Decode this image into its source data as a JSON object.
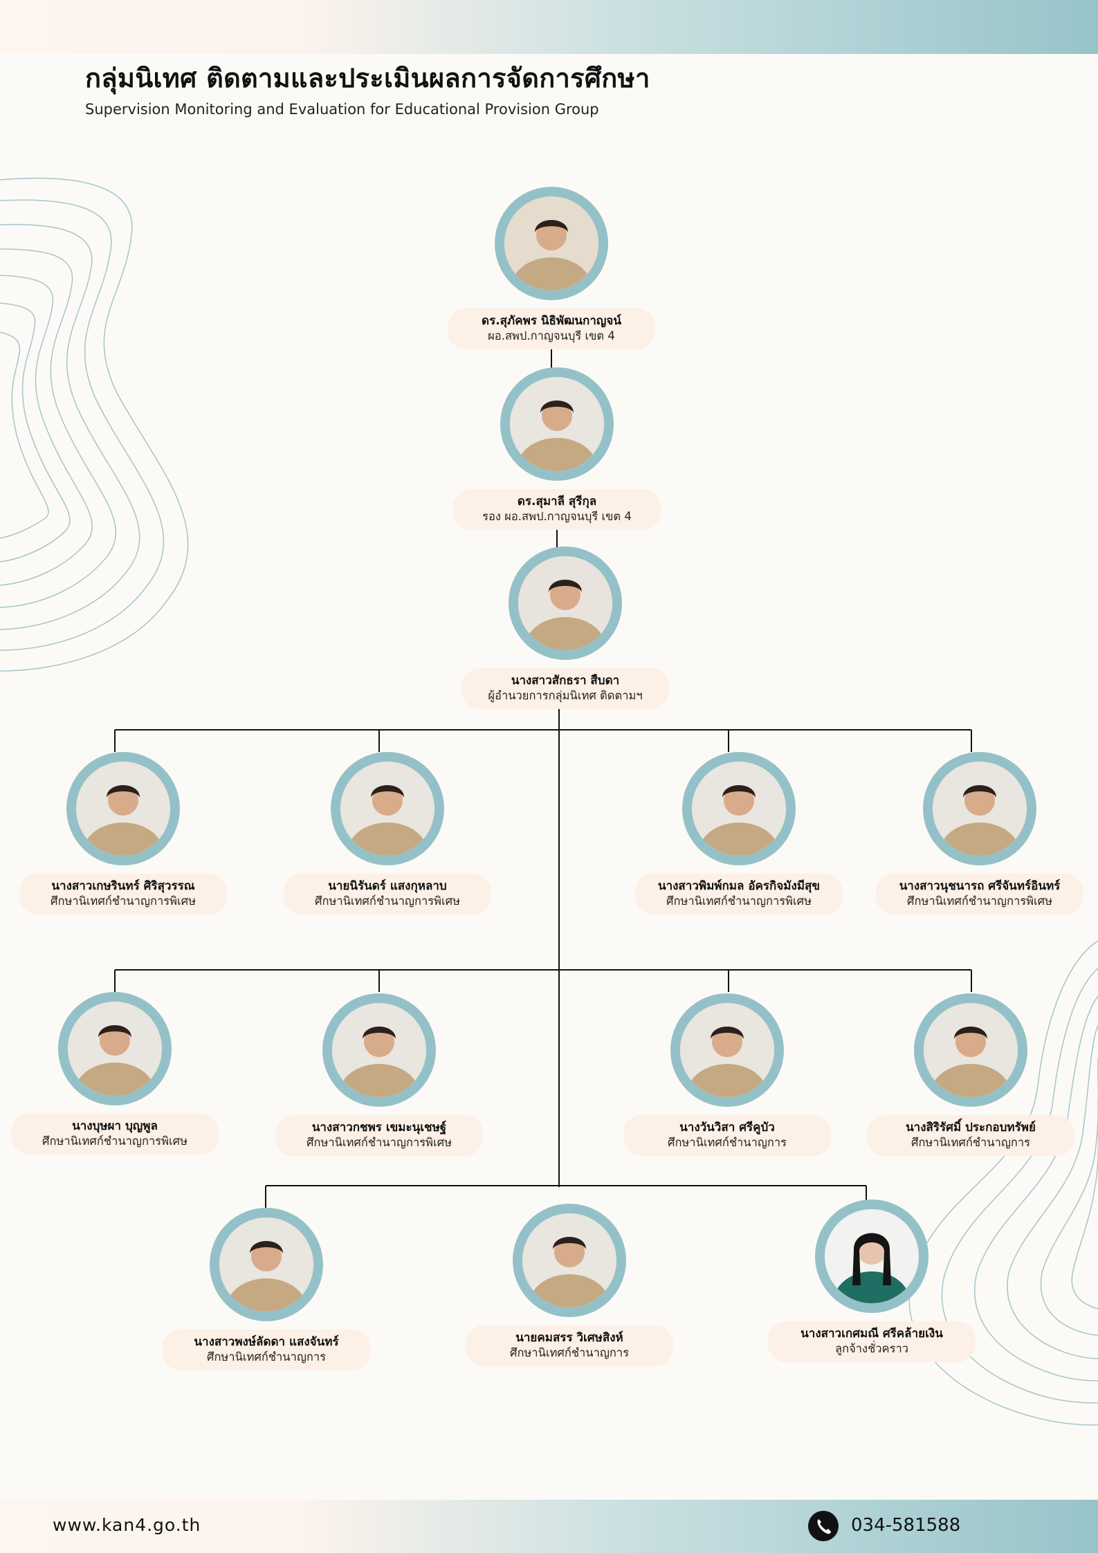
{
  "header": {
    "title": "กลุ่มนิเทศ ติดตามและประเมินผลการจัดการศึกษา",
    "subtitle": "Supervision Monitoring and Evaluation for Educational Provision Group"
  },
  "members": [
    {
      "name": "ดร.สุภัคพร นิธิพัฒนกาญจน์",
      "position": "ผอ.สพป.กาญจนบุรี เขต 4"
    },
    {
      "name": "ดร.สุมาลี สุรีกุล",
      "position": "รอง ผอ.สพป.กาญจนบุรี เขต 4"
    },
    {
      "name": "นางสาวสักธรา สืบดา",
      "position": "ผู้อำนวยการกลุ่มนิเทศ ติดตามฯ"
    },
    {
      "name": "นางสาวเกษรินทร์ ศิริสุวรรณ",
      "position": "ศึกษานิเทศก์ชำนาญการพิเศษ"
    },
    {
      "name": "นายนิรันดร์ แสงกุหลาบ",
      "position": "ศึกษานิเทศก์ชำนาญการพิเศษ"
    },
    {
      "name": "นางสาวพิมพ์กมล อัครกิจมังมีสุข",
      "position": "ศึกษานิเทศก์ชำนาญการพิเศษ"
    },
    {
      "name": "นางสาวนุชนารถ ศรีจันทร์อินทร์",
      "position": "ศึกษานิเทศก์ชำนาญการพิเศษ"
    },
    {
      "name": "นางบุษผา บุญพูล",
      "position": "ศึกษานิเทศก์ชำนาญการพิเศษ"
    },
    {
      "name": "นางสาวกชพร เขมะนุเชษฐ์",
      "position": "ศึกษานิเทศก์ชำนาญการพิเศษ"
    },
    {
      "name": "นางวันวิสา ศรีคูบัว",
      "position": "ศึกษานิเทศก์ชำนาญการ"
    },
    {
      "name": "นางสิริรัศมิ์ ประกอบทรัพย์",
      "position": "ศึกษานิเทศก์ชำนาญการ"
    },
    {
      "name": "นางสาวพงษ์ลัดดา แสงจันทร์",
      "position": "ศึกษานิเทศก์ชำนาญการ"
    },
    {
      "name": "นายคมสรร วิเศษสิงห์",
      "position": "ศึกษานิเทศก์ชำนาญการ"
    },
    {
      "name": "นางสาวเกศมณี ศรีคล้ายเงิน",
      "position": "ลูกจ้างชั่วคราว"
    }
  ],
  "footer": {
    "website": "www.kan4.go.th",
    "phone": "034-581588",
    "phone_icon": "phone-icon"
  },
  "colors": {
    "ring": "#94c1c7",
    "nameplate": "#fdf0e6",
    "band_light": "#fdf6ef",
    "band_teal": "#96c4c9",
    "contour": "#a9c7cd"
  }
}
